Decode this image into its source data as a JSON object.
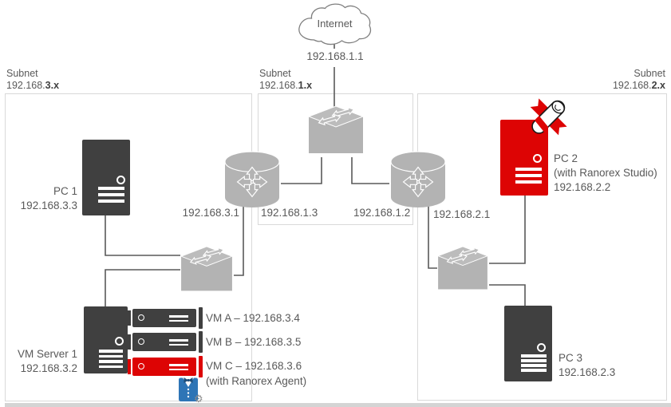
{
  "colors": {
    "ranorex_red": "#dd0404",
    "device_gray": "#b3b3b3",
    "tower_dark_gray": "#404040",
    "connection_line": "#595959",
    "agent_blue": "#2e75b6",
    "box_border": "#d9d9d9"
  },
  "internet": {
    "label": "Internet",
    "ip": "192.168.1.1"
  },
  "subnets": {
    "left": {
      "title": "Subnet",
      "ip_prefix": "192.168.",
      "ip_bold": "3.x"
    },
    "middle": {
      "title": "Subnet",
      "ip_prefix": "192.168.",
      "ip_bold": "1.x"
    },
    "right": {
      "title": "Subnet",
      "ip_prefix": "192.168.",
      "ip_bold": "2.x"
    }
  },
  "devices": {
    "pc1": {
      "name": "PC 1",
      "ip": "192.168.3.3"
    },
    "pc2": {
      "name": "PC 2",
      "note": "(with Ranorex Studio)",
      "ip": "192.168.2.2"
    },
    "pc3": {
      "name": "PC 3",
      "ip": "192.168.2.3"
    },
    "vm_server1": {
      "name": "VM Server 1",
      "ip": "192.168.3.2"
    },
    "router_left": {
      "ip": "192.168.3.1"
    },
    "router_right": {
      "ip": "192.168.2.1"
    },
    "core_switch": {
      "left_port_ip": "192.168.1.3",
      "right_port_ip": "192.168.1.2"
    }
  },
  "vms": [
    {
      "label": "VM A – 192.168.3.4"
    },
    {
      "label": "VM B – 192.168.3.5"
    },
    {
      "label": "VM C – 192.168.3.6",
      "note": "(with Ranorex Agent)"
    }
  ]
}
